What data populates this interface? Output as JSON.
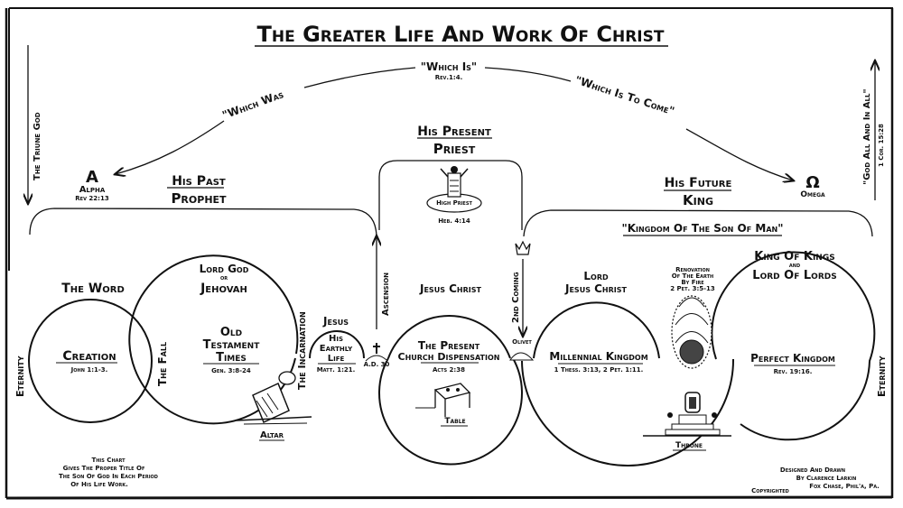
{
  "title": "The Greater Life And Work Of Christ",
  "arc": {
    "which_was": "\"Which Was",
    "which_is": "\"Which Is\"",
    "which_is_ref": "Rev.1:4.",
    "which_is_to_come": "\"Which Is To Come\""
  },
  "alpha": {
    "symbol": "A",
    "label": "Alpha",
    "ref": "Rev 22:13"
  },
  "omega": {
    "symbol": "Ω",
    "label": "Omega"
  },
  "side": {
    "left_top": "The Triune God",
    "left_bottom": "Eternity",
    "right_top": "\"God All And In All\"",
    "right_top_ref": "1 Cor. 15:28",
    "right_bottom": "Eternity"
  },
  "offices": {
    "past": {
      "line1": "His Past",
      "line2": "Prophet"
    },
    "present": {
      "line1": "His Present",
      "line2": "Priest",
      "ref": "Heb. 4:14",
      "figure_caption": "High Priest"
    },
    "future": {
      "line1": "His Future",
      "line2": "King"
    }
  },
  "kingdom_of_son_of_man": "\"Kingdom Of The Son Of Man\"",
  "periods": [
    {
      "title": "The Word",
      "name": "Creation",
      "ref": "John 1:1-3."
    },
    {
      "title_line1": "Lord God",
      "title_or": "or",
      "title_line2": "Jehovah",
      "name_line1": "Old",
      "name_line2": "Testament",
      "name_line3": "Times",
      "ref": "Gen. 3:8-24",
      "picture": "Altar"
    },
    {
      "title": "Jesus",
      "name_line1": "His",
      "name_line2": "Earthly",
      "name_line3": "Life",
      "ref": "Matt. 1:21."
    },
    {
      "title": "Jesus Christ",
      "name_line1": "The Present",
      "name_line2": "Church Dispensation",
      "ref": "Acts 2:38",
      "picture": "Table"
    },
    {
      "title_line1": "Lord",
      "title_line2": "Jesus Christ",
      "name": "Millennial Kingdom",
      "ref": "1 Thess. 3:13, 2 Pet. 1:11."
    },
    {
      "title_line1": "King Of Kings",
      "title_and": "and",
      "title_line2": "Lord Of Lords",
      "name": "Perfect Kingdom",
      "ref": "Rev. 19:16."
    }
  ],
  "events": {
    "fall": "The Fall",
    "incarnation": "The Incarnation",
    "ascension": "Ascension",
    "ad30": "A.D. 30",
    "second_coming": "2nd Coming",
    "olivet": "Olivet",
    "renovation_line1": "Renovation",
    "renovation_line2": "Of The Earth",
    "renovation_line3": "By Fire",
    "renovation_ref": "2 Pet. 3:5-13",
    "throne": "Throne"
  },
  "footer": {
    "note_line1": "This Chart",
    "note_line2": "Gives The Proper Title Of",
    "note_line3": "The Son Of God In Each Period",
    "note_line4": "Of His Life Work.",
    "credit_line1": "Designed And Drawn",
    "credit_line2": "By Clarence Larkin",
    "credit_line3": "Fox Chase, Phil'a, Pa.",
    "copyright": "Copyrighted"
  }
}
